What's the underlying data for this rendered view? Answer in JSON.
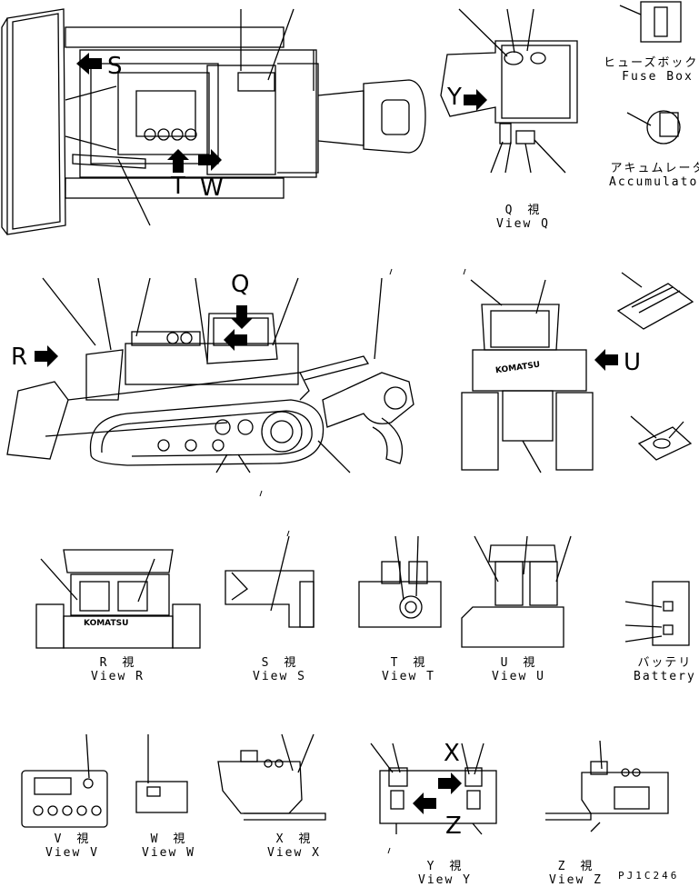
{
  "captions": {
    "fuse_box": {
      "jp": "ヒューズボックス",
      "en": "Fuse Box"
    },
    "accumulator": {
      "jp": "アキュムレータ",
      "en": "Accumulator"
    },
    "view_q": {
      "jp": "Q　視",
      "en": "View Q"
    },
    "view_r": {
      "jp": "R　視",
      "en": "View R"
    },
    "view_s": {
      "jp": "S　視",
      "en": "View S"
    },
    "view_t": {
      "jp": "T　視",
      "en": "View T"
    },
    "view_u": {
      "jp": "U　視",
      "en": "View U"
    },
    "battery": {
      "jp": "バッテリ",
      "en": "Battery"
    },
    "view_v": {
      "jp": "V　視",
      "en": "View V"
    },
    "view_w": {
      "jp": "W　視",
      "en": "View W"
    },
    "view_x": {
      "jp": "X　視",
      "en": "View X"
    },
    "view_y": {
      "jp": "Y　視",
      "en": "View Y"
    },
    "view_z": {
      "jp": "Z　視",
      "en": "View Z"
    }
  },
  "arrow_letters": {
    "s": "S",
    "w": "W",
    "t": "T",
    "y": "Y",
    "q": "Q",
    "r": "R",
    "u": "U",
    "x": "X",
    "z": "Z"
  },
  "brand": "KOMATSU",
  "drawing_code": "PJ1C246"
}
